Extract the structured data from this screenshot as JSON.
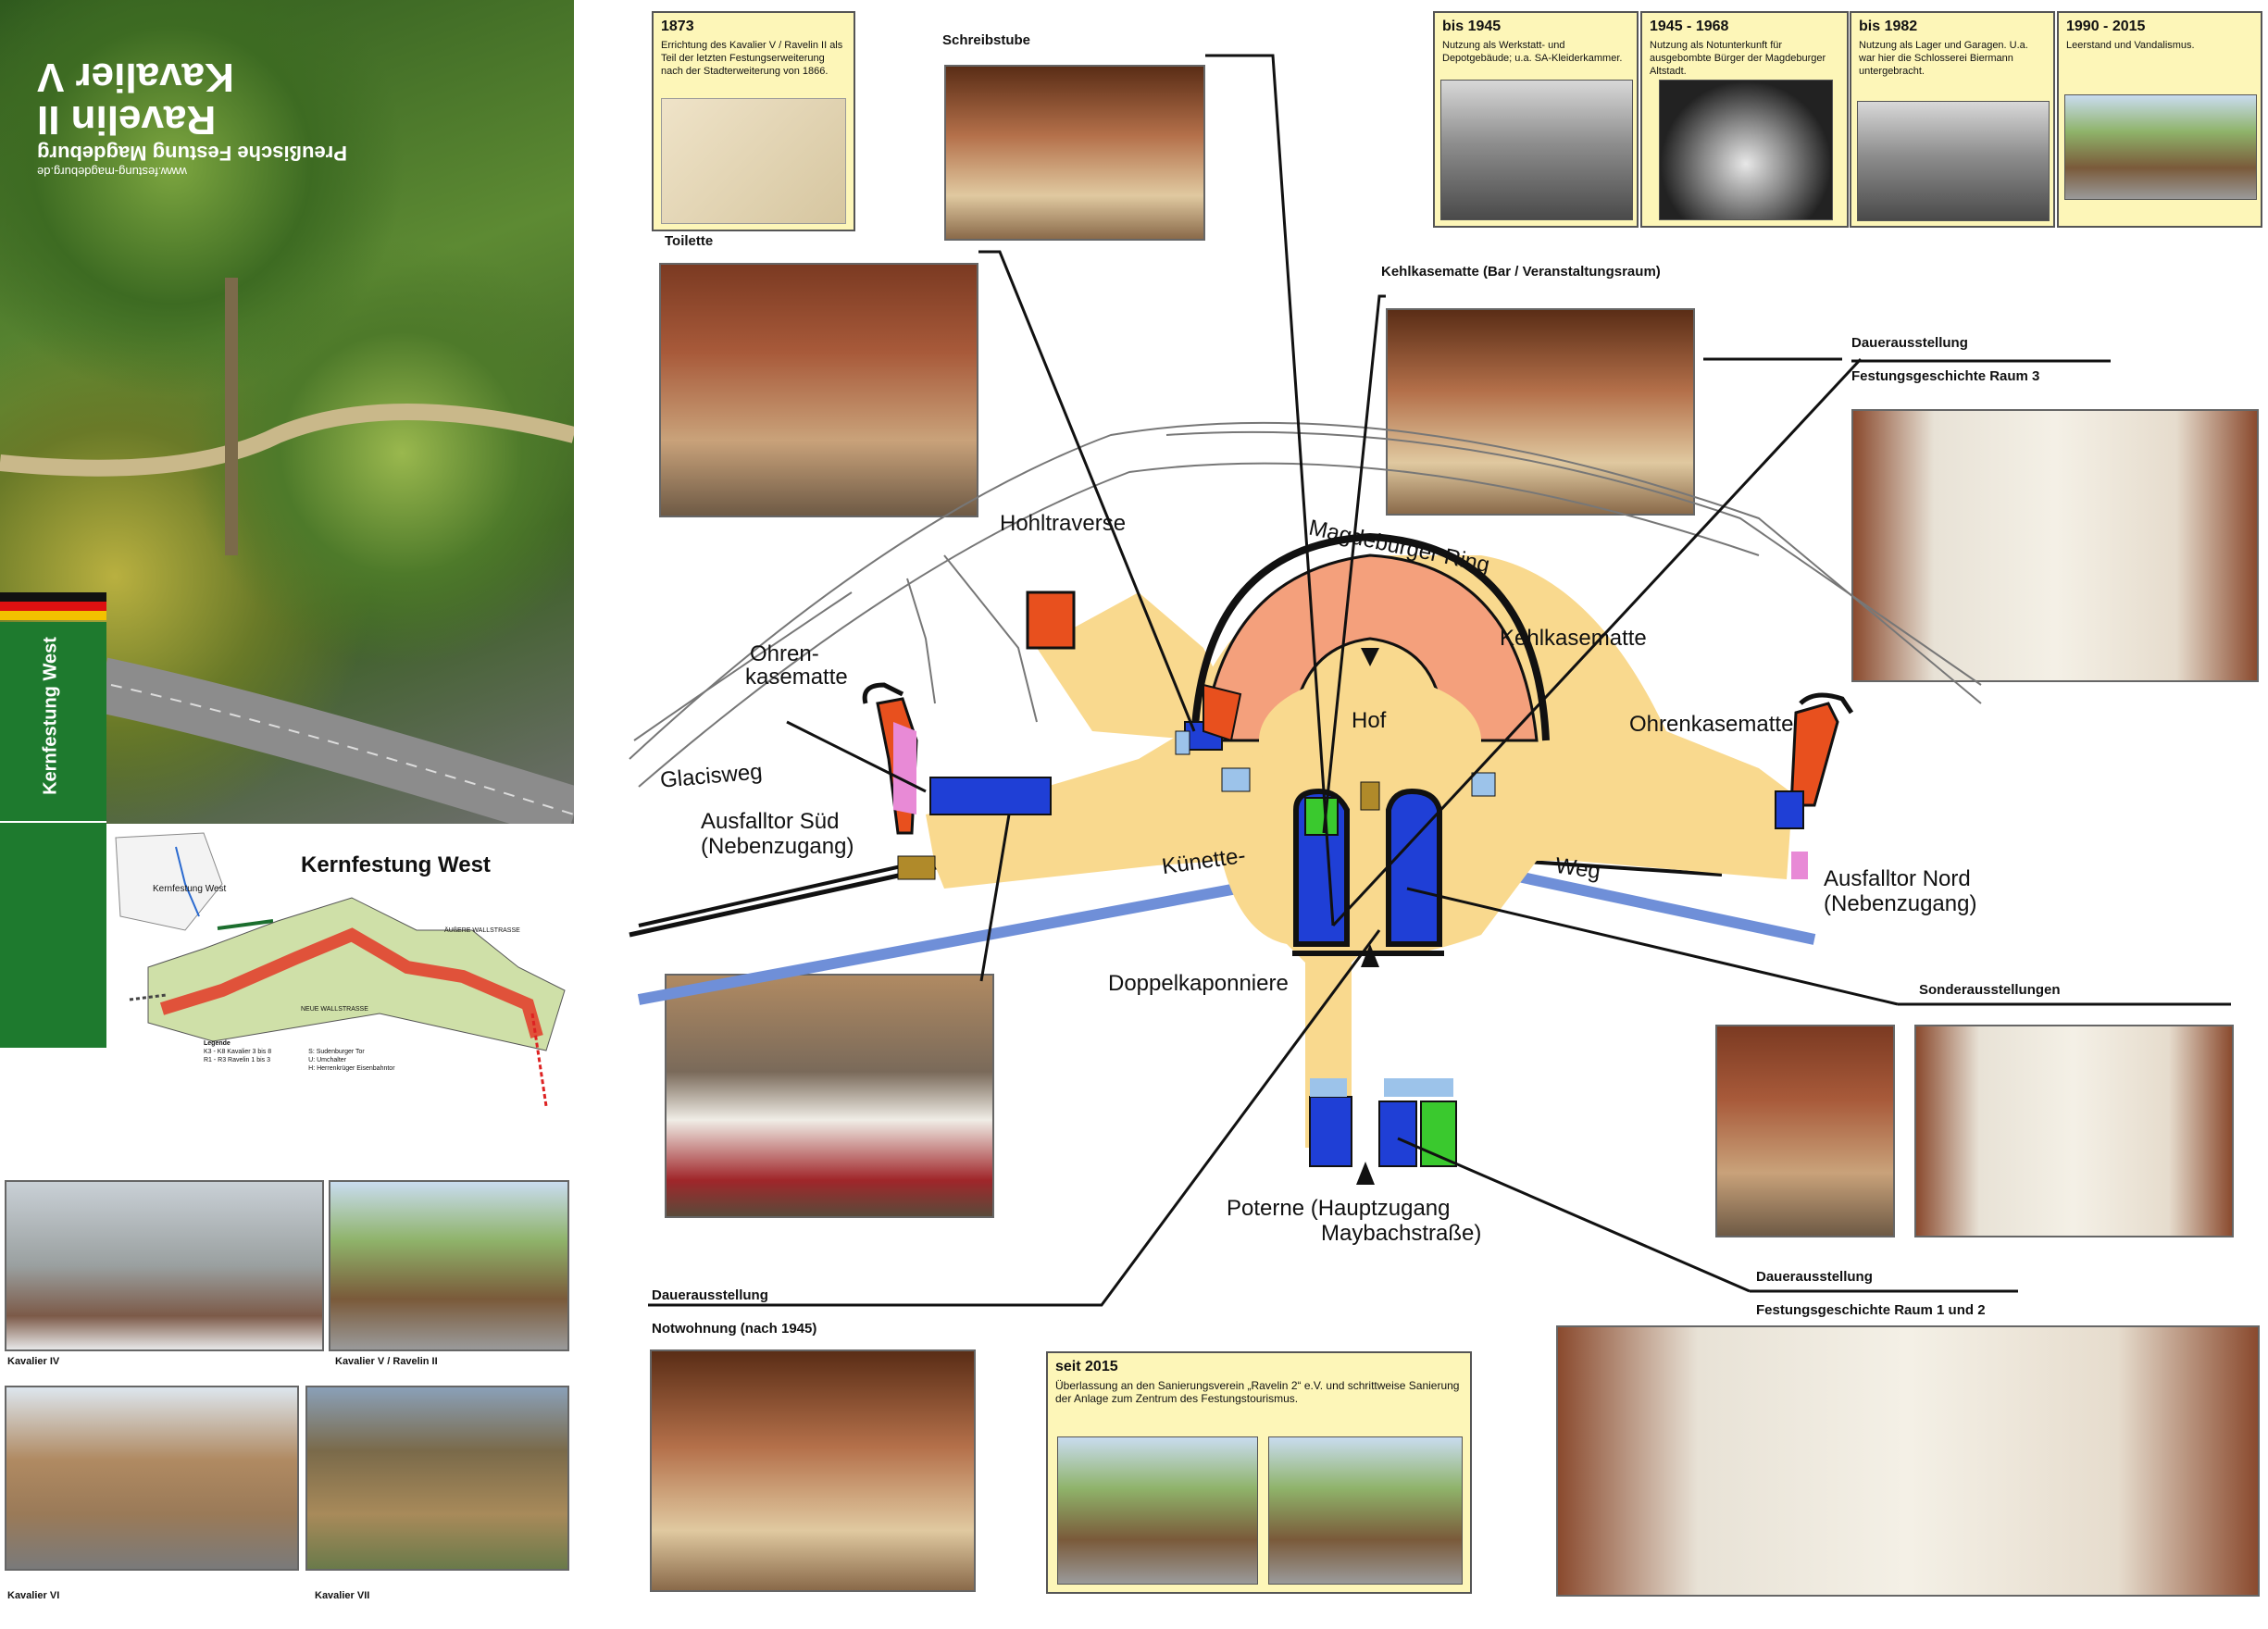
{
  "cover": {
    "title_line1": "Kavalier V",
    "title_line2": "Ravelin II",
    "subtitle": "Preußische Festung Magdeburg",
    "url": "www.festung-magdeburg.de",
    "vertical_label": "Kernfestung West"
  },
  "mini_map": {
    "title": "Kernfestung West",
    "inset_label": "Kernfestung West",
    "legend_title": "Legende",
    "legend_k": "K3 - K8   Kavalier 3 bis 8",
    "legend_r": "R1 - R3   Ravelin 1 bis 3",
    "legend_s": "S:   Sudenburger Tor",
    "legend_u": "U:   Umchalter",
    "legend_h": "H:   Herrenkrüger Eisenbahntor",
    "road1": "NEUE WALLSTRASSE",
    "road2": "ÄUßERE WALLSTRASSE"
  },
  "bottom_photos": [
    {
      "caption": "Kavalier IV"
    },
    {
      "caption": "Kavalier V / Ravelin II"
    },
    {
      "caption": "Kavalier VI"
    },
    {
      "caption": "Kavalier VII"
    }
  ],
  "timeline": [
    {
      "year": "1873",
      "text": "Errichtung des Kavalier V / Ravelin II als Teil der letzten Festungserweiterung nach der Stadterweiterung von 1866."
    },
    {
      "year": "bis 1945",
      "text": "Nutzung als Werkstatt- und Depotgebäude; u.a. SA-Kleiderkammer."
    },
    {
      "year": "1945 - 1968",
      "text": "Nutzung als Notunterkunft für ausgebombte Bürger der Magdeburger Altstadt."
    },
    {
      "year": "bis 1982",
      "text": "Nutzung als Lager und Garagen. U.a. war hier die Schlosserei Biermann untergebracht."
    },
    {
      "year": "1990 - 2015",
      "text": "Leerstand und Vandalismus."
    }
  ],
  "since2015": {
    "year": "seit 2015",
    "text": "Überlassung an den Sanierungsverein „Ravelin 2“ e.V. und schrittweise Sanierung der Anlage zum Zentrum des Festungstourismus."
  },
  "photo_captions": {
    "schreibstube": "Schreibstube",
    "toilette": "Toilette",
    "kehlkasematte": "Kehlkasematte (Bar / Veranstaltungsraum)",
    "dauer1": "Dauerausstellung",
    "raum3": "Festungsgeschichte Raum 3",
    "sonder": "Sonderausstellungen",
    "dauer2": "Dauerausstellung",
    "raum12": "Festungsgeschichte Raum 1 und 2",
    "dauer3": "Dauerausstellung",
    "notwohnung": "Notwohnung (nach 1945)"
  },
  "plan_labels": {
    "hohltraverse": "Hohltraverse",
    "ring": "Magdeburger Ring",
    "kehlkasematte": "Kehlkasematte",
    "ohren_l1": "Ohren-",
    "ohren_l2": "kasematte",
    "hof": "Hof",
    "ohren_r": "Ohrenkasematte",
    "glacisweg": "Glacisweg",
    "ausfall_sued1": "Ausfalltor Süd",
    "ausfall_sued2": "(Nebenzugang)",
    "kuenette": "Künette-",
    "weg": "Weg",
    "ausfall_nord1": "Ausfalltor Nord",
    "ausfall_nord2": "(Nebenzugang)",
    "doppel": "Doppelkaponniere",
    "poterne1": "Poterne (Hauptzugang",
    "poterne2": "Maybachstraße)"
  },
  "colors": {
    "sand": "#f9d98e",
    "salmon": "#f4a07c",
    "red": "#e8501e",
    "blue": "#1f3fd6",
    "lightblue": "#9cc3ea",
    "green": "#3ac92e",
    "pink": "#e88ad6",
    "olive": "#b08a2a",
    "panel_green": "#1e7a2e",
    "note_yellow": "#fdf6b8"
  }
}
